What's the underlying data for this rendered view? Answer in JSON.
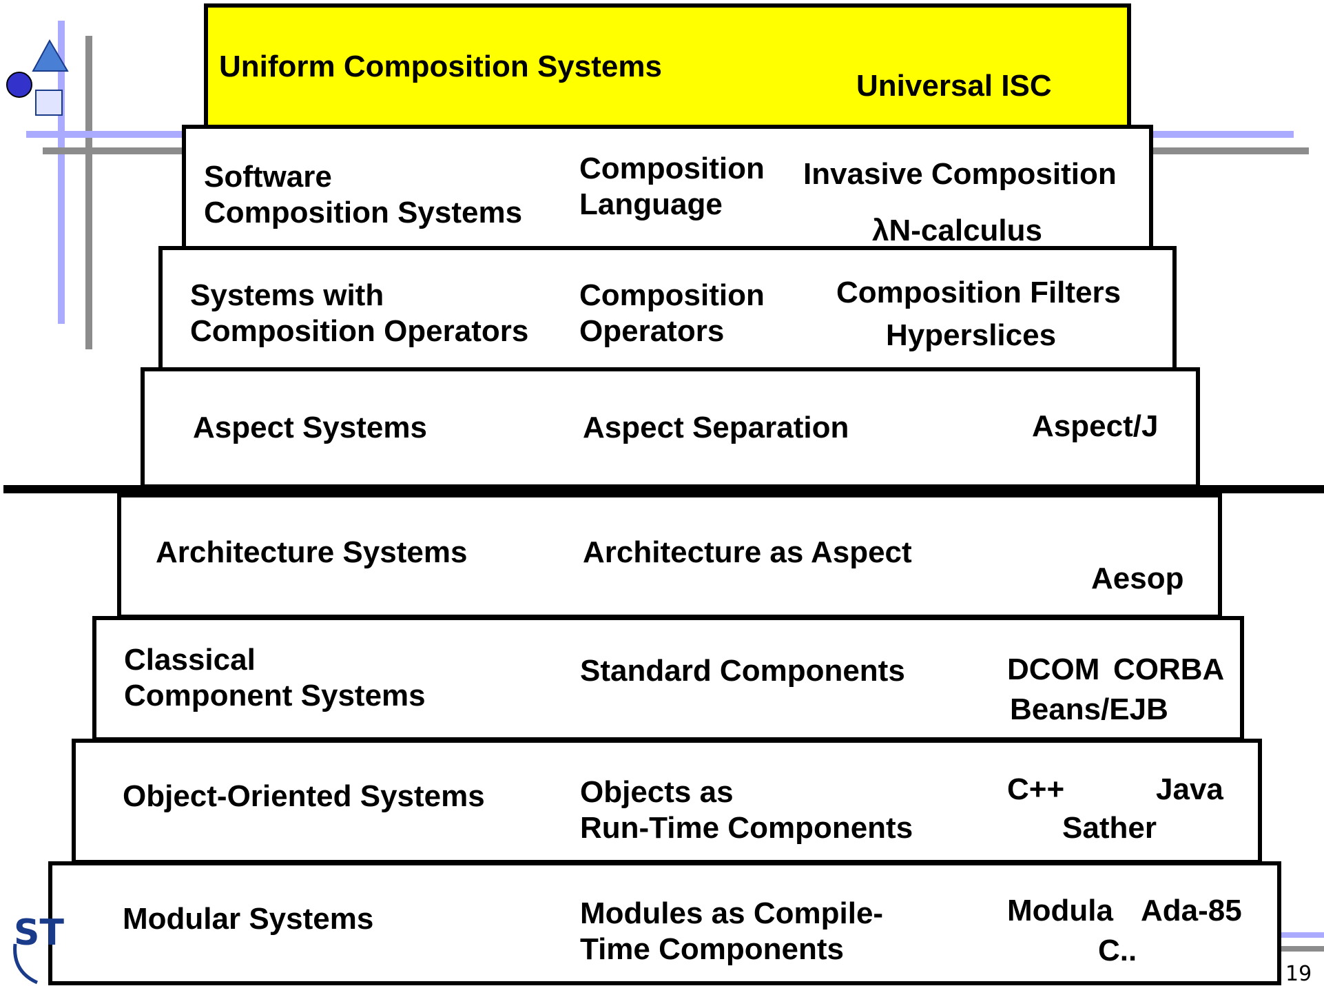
{
  "layers": [
    {
      "category": "Uniform Composition Systems",
      "examples": "Universal ISC"
    },
    {
      "category": "Software\nComposition Systems",
      "concept": "Composition\nLanguage",
      "examples": "Invasive Composition",
      "examples2": "λN-calculus"
    },
    {
      "category": "Systems with\nComposition Operators",
      "concept": "Composition\nOperators",
      "examples": "Composition Filters",
      "examples2": "Hyperslices"
    },
    {
      "category": "Aspect Systems",
      "concept": "Aspect Separation",
      "examples": "Aspect/J"
    },
    {
      "category": "Architecture Systems",
      "concept": "Architecture as Aspect",
      "examples": "Aesop"
    },
    {
      "category": "Classical\nComponent Systems",
      "concept": "Standard Components",
      "examples": "DCOM",
      "examples_b": "CORBA",
      "examples2": "Beans/EJB"
    },
    {
      "category": "Object-Oriented Systems",
      "concept": "Objects as\nRun-Time Components",
      "examples": "C++",
      "examples_b": "Java",
      "examples2": "Sather"
    },
    {
      "category": "Modular Systems",
      "concept": "Modules as Compile-\nTime Components",
      "examples": "Modula",
      "examples_b": "Ada-85",
      "examples2": "C.."
    }
  ],
  "logo": {
    "text": "ST"
  },
  "page_number": "19",
  "colors": {
    "accent_yellow": "#ffff00",
    "deco_blue": "#aaaaff",
    "deco_gray": "#8c8c8c",
    "triangle": "#4a7fd6",
    "circle": "#3333cc"
  }
}
